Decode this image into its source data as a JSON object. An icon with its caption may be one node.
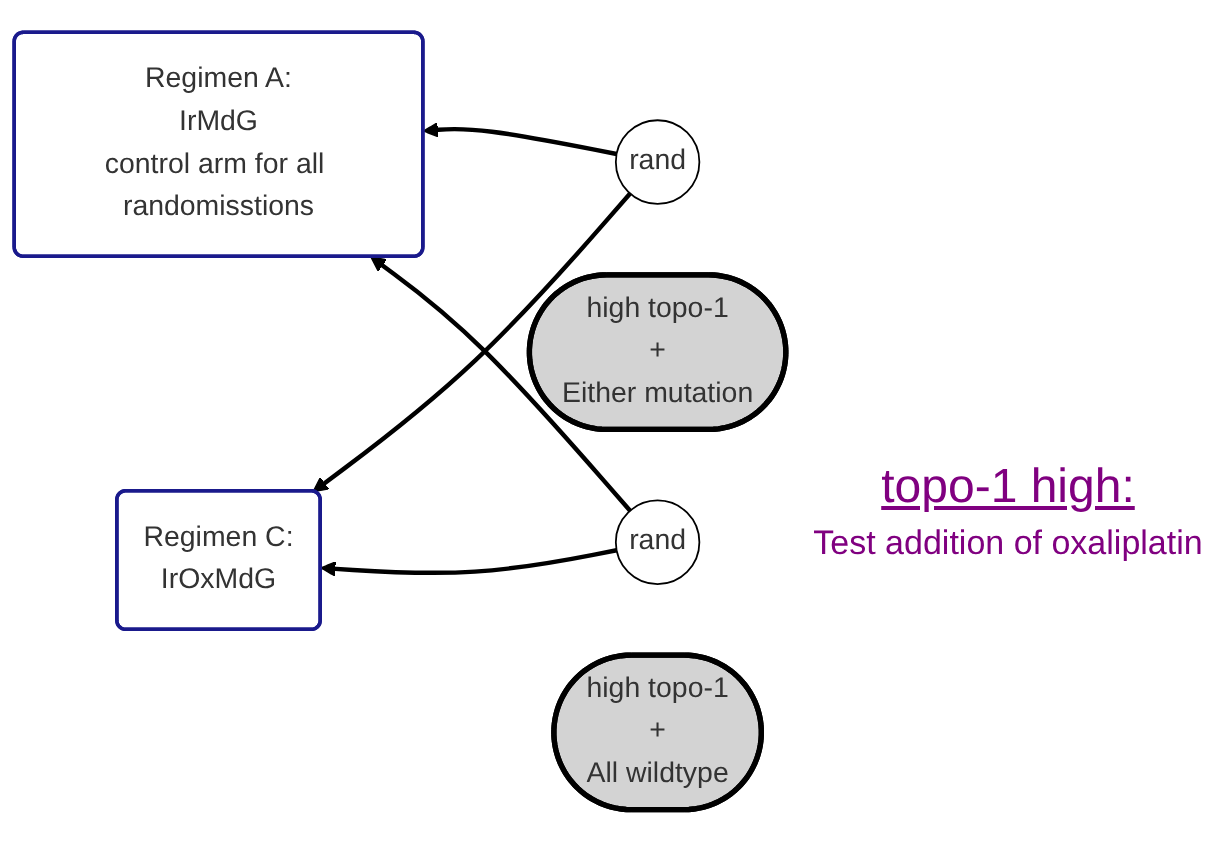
{
  "diagram": {
    "nodes": [
      {
        "text": [
          "Regimen A:",
          "IrMdG",
          "control arm for all randomisstions"
        ]
      },
      {
        "text": [
          "rand"
        ]
      },
      {
        "text": [
          "high topo-1",
          "+",
          "Either mutation"
        ]
      },
      {
        "text": [
          "Regimen C:",
          "IrOxMdG"
        ]
      },
      {
        "text": [
          "rand"
        ]
      },
      {
        "text": [
          "high topo-1",
          "+",
          "All wildtype"
        ]
      }
    ],
    "edges": [
      {
        "from": 1,
        "to": 0,
        "arrow": "to"
      },
      {
        "from": 1,
        "to": 3,
        "arrow": "to"
      },
      {
        "from": 4,
        "to": 0,
        "arrow": "to"
      },
      {
        "from": 4,
        "to": 3,
        "arrow": "to"
      }
    ],
    "labels": [
      "topo-1 high:",
      "Test addition of oxaliplatin"
    ]
  }
}
